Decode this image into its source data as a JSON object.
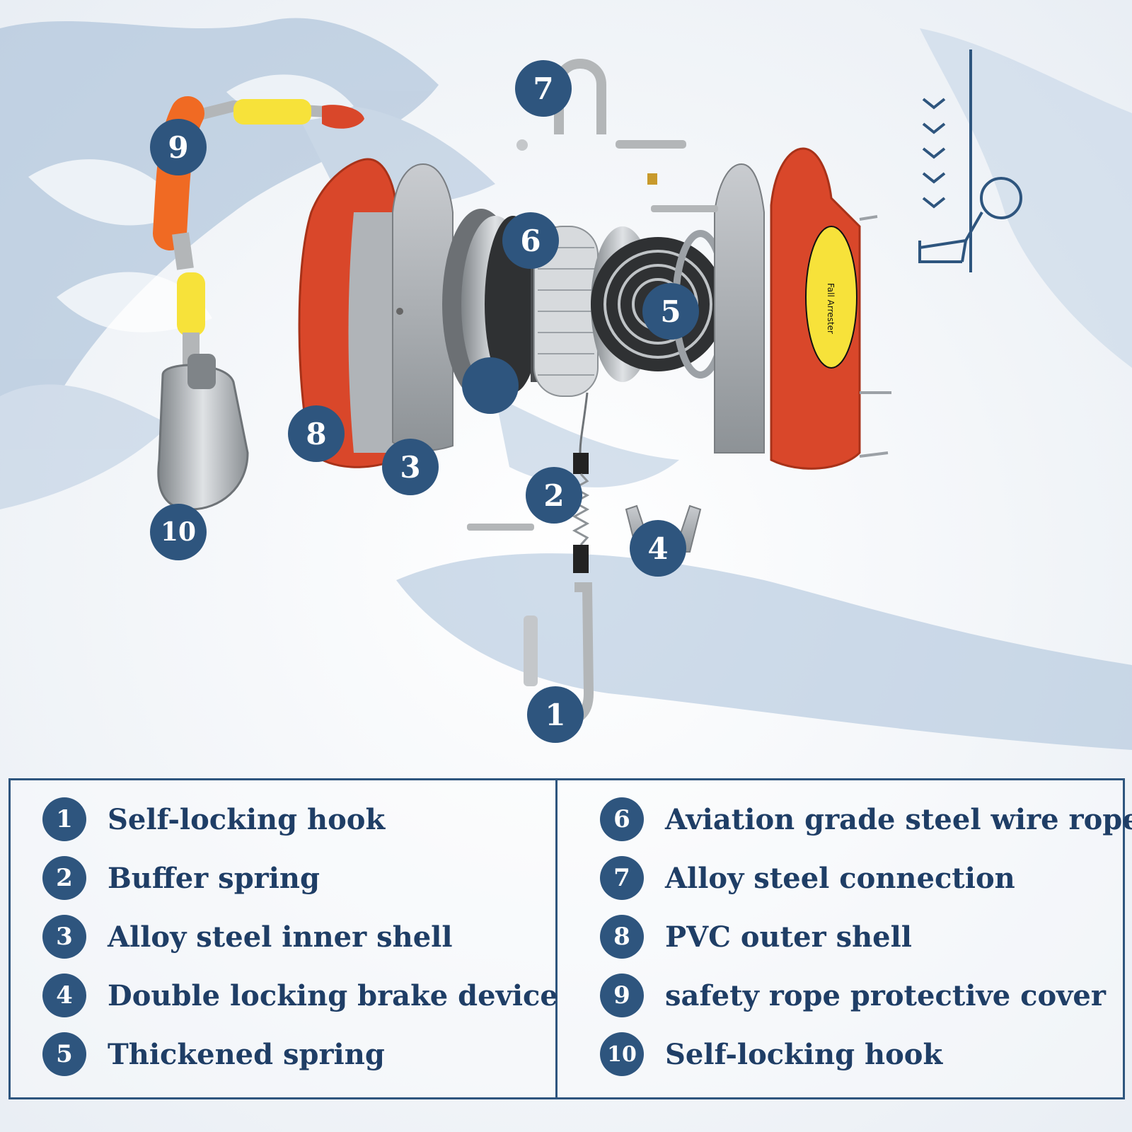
{
  "colors": {
    "accent": "#2e557e",
    "text": "#1f3e66",
    "shell_red": "#d9472a",
    "sleeve_orange": "#f06a23",
    "sleeve_yellow": "#f7e23a"
  },
  "diagram_badges": [
    "1",
    "2",
    "3",
    "4",
    "5",
    "6",
    "7",
    "8",
    "9",
    "10"
  ],
  "device_label": "Fall Arrester",
  "legend": {
    "left": [
      {
        "num": "1",
        "text": "Self-locking hook"
      },
      {
        "num": "2",
        "text": "Buffer spring"
      },
      {
        "num": "3",
        "text": "Alloy steel inner shell"
      },
      {
        "num": "4",
        "text": "Double locking brake device"
      },
      {
        "num": "5",
        "text": "Thickened spring"
      }
    ],
    "right": [
      {
        "num": "6",
        "text": "Aviation grade steel wire rope"
      },
      {
        "num": "7",
        "text": "Alloy steel connection"
      },
      {
        "num": "8",
        "text": "PVC outer shell"
      },
      {
        "num": "9",
        "text": "safety rope protective cover"
      },
      {
        "num": "10",
        "text": "Self-locking hook"
      }
    ]
  }
}
